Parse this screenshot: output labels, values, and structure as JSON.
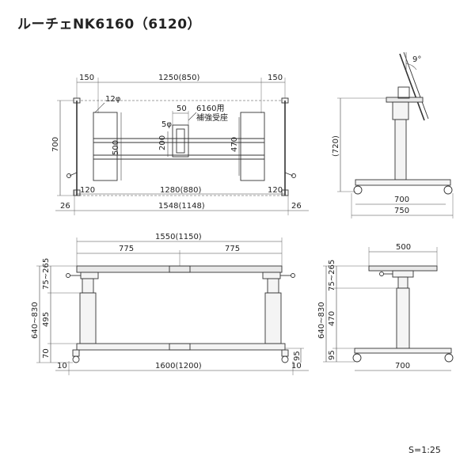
{
  "title": "ルーチェNK6160（6120）",
  "scale": "S=1:25",
  "plan": {
    "top_left_150": "150",
    "top_width": "1250(850)",
    "top_right_150": "150",
    "hole": "12φ",
    "center_50": "50",
    "hole_small": "5φ",
    "bracket_1": "6160用",
    "bracket_2": "補強受座",
    "depth_700": "700",
    "inner_500": "500",
    "center_200": "200",
    "right_470": "470",
    "bottom_left_120": "120",
    "bottom_inner": "1280(880)",
    "bottom_right_120": "120",
    "left_26": "26",
    "overall": "1548(1148)",
    "right_26": "26"
  },
  "side_top": {
    "angle": "9°",
    "height": "(720)",
    "base_700": "700",
    "base_750": "750"
  },
  "front": {
    "overall": "1550(1150)",
    "left_775": "775",
    "right_775": "775",
    "range_height": "75~265",
    "height": "640~830",
    "mid_495": "495",
    "low_70": "70",
    "left_10": "10",
    "base": "1600(1200)",
    "right_10": "10",
    "right_95": "95"
  },
  "side_bottom": {
    "top_500": "500",
    "range_height": "75~265",
    "height": "640~830",
    "mid_470": "470",
    "low_95": "95",
    "base_700": "700"
  }
}
